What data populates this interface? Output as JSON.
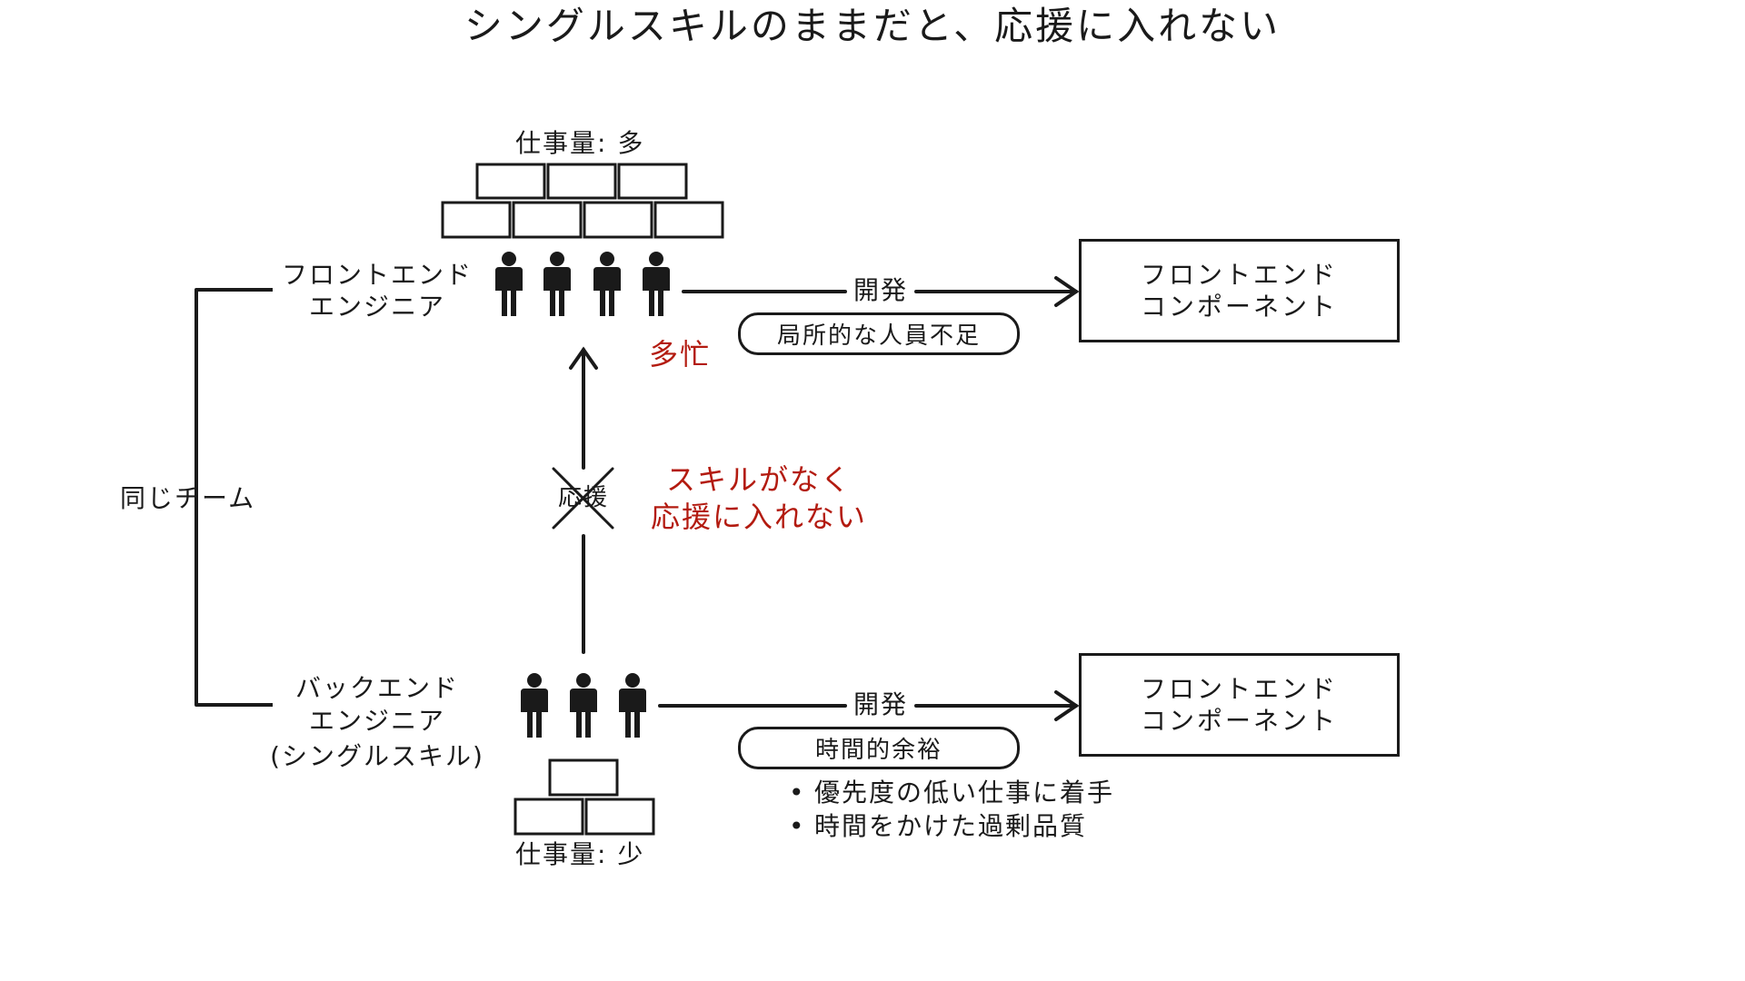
{
  "title": "シングルスキルのままだと、応援に入れない",
  "frontend_group": {
    "workload_label": "仕事量: 多",
    "role_label_line1": "フロントエンド",
    "role_label_line2": "エンジニア",
    "busy_label": "多忙",
    "dev_label": "開発",
    "issue_pill": "局所的な人員不足",
    "target_line1": "フロントエンド",
    "target_line2": "コンポーネント"
  },
  "team_label": "同じチーム",
  "support": {
    "arrow_label": "応援",
    "blocked_line1": "スキルがなく",
    "blocked_line2": "応援に入れない"
  },
  "backend_group": {
    "role_label_line1": "バックエンド",
    "role_label_line2": "エンジニア",
    "role_label_line3": "(シングルスキル)",
    "workload_label": "仕事量: 少",
    "dev_label": "開発",
    "state_pill": "時間的余裕",
    "bullets": [
      "優先度の低い仕事に着手",
      "時間をかけた過剰品質"
    ],
    "target_line1": "フロントエンド",
    "target_line2": "コンポーネント"
  },
  "colors": {
    "ink": "#1a1a1a",
    "accent_red": "#b31b10"
  },
  "icons": [
    "person-icon",
    "brick-icon",
    "cross-icon",
    "arrow-icon"
  ]
}
